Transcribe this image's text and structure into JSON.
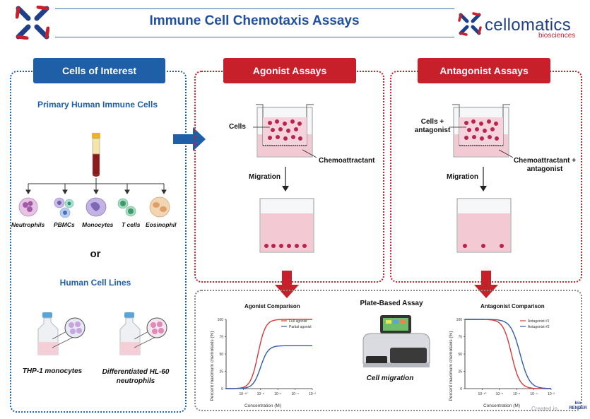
{
  "header": {
    "title": "Immune Cell Chemotaxis Assays",
    "brand": "cellomatics",
    "brand_sub": "biosciences"
  },
  "left_panel": {
    "heading": "Cells of Interest",
    "primary_title": "Primary Human Immune Cells",
    "cells": [
      "Neutrophils",
      "PBMCs",
      "Monocytes",
      "T cells",
      "Eosinophil"
    ],
    "or_text": "or",
    "lines_title": "Human Cell Lines",
    "line_labels": [
      "THP-1 monocytes",
      "Differentiated HL-60 neutrophils"
    ]
  },
  "agonist_panel": {
    "heading": "Agonist Assays",
    "cells_label": "Cells",
    "chemo_label": "Chemoattractant",
    "migration_label": "Migration"
  },
  "antagonist_panel": {
    "heading": "Antagonist Assays",
    "cells_label": "Cells + antagonist",
    "chemo_label": "Chemoattractant + antagonist",
    "migration_label": "Migration"
  },
  "plate_panel": {
    "title": "Plate-Based Assay",
    "instrument_label": "Cell migration"
  },
  "footer": {
    "created_in": "Created in",
    "biorender": "bio RENDER"
  },
  "colors": {
    "blue": "#1f5fa8",
    "red": "#c8202a",
    "pink": "#f3c9d4",
    "cell": "#b8244f"
  },
  "chart_data": [
    {
      "type": "line",
      "title": "Agonist Comparison",
      "xlabel": "Concentration (M)",
      "ylabel": "Percent maximum chemotaxis (%)",
      "x_ticks": [
        "10⁻¹⁰",
        "10⁻⁸",
        "10⁻⁶",
        "10⁻⁴",
        "10⁻²"
      ],
      "y_ticks": [
        0,
        25,
        50,
        75,
        100
      ],
      "x_log_exponents": [
        -12,
        -2
      ],
      "ylim": [
        0,
        100
      ],
      "legend": "top-right",
      "series": [
        {
          "name": "Full agonist",
          "color": "#d43a3a",
          "ec50_exp": -8.3,
          "max": 100,
          "hill": 1.0
        },
        {
          "name": "Partial agonist",
          "color": "#2e5ea8",
          "ec50_exp": -8.0,
          "max": 62,
          "hill": 1.0
        }
      ]
    },
    {
      "type": "line",
      "title": "Antagonist Comparison",
      "xlabel": "Concentration (M)",
      "ylabel": "Percent maximum chemotaxis (%)",
      "x_ticks": [
        "10⁻¹⁰",
        "10⁻⁸",
        "10⁻⁶",
        "10⁻⁴",
        "10⁻²"
      ],
      "y_ticks": [
        0,
        25,
        50,
        75,
        100
      ],
      "x_log_exponents": [
        -12,
        -2
      ],
      "ylim": [
        0,
        100
      ],
      "legend": "top-right",
      "series": [
        {
          "name": "Antagonist #1",
          "color": "#d43a3a",
          "ic50_exp": -6.6,
          "hill": 0.9
        },
        {
          "name": "Antagonist #2",
          "color": "#2e5ea8",
          "ic50_exp": -5.6,
          "hill": 0.8
        }
      ]
    }
  ]
}
